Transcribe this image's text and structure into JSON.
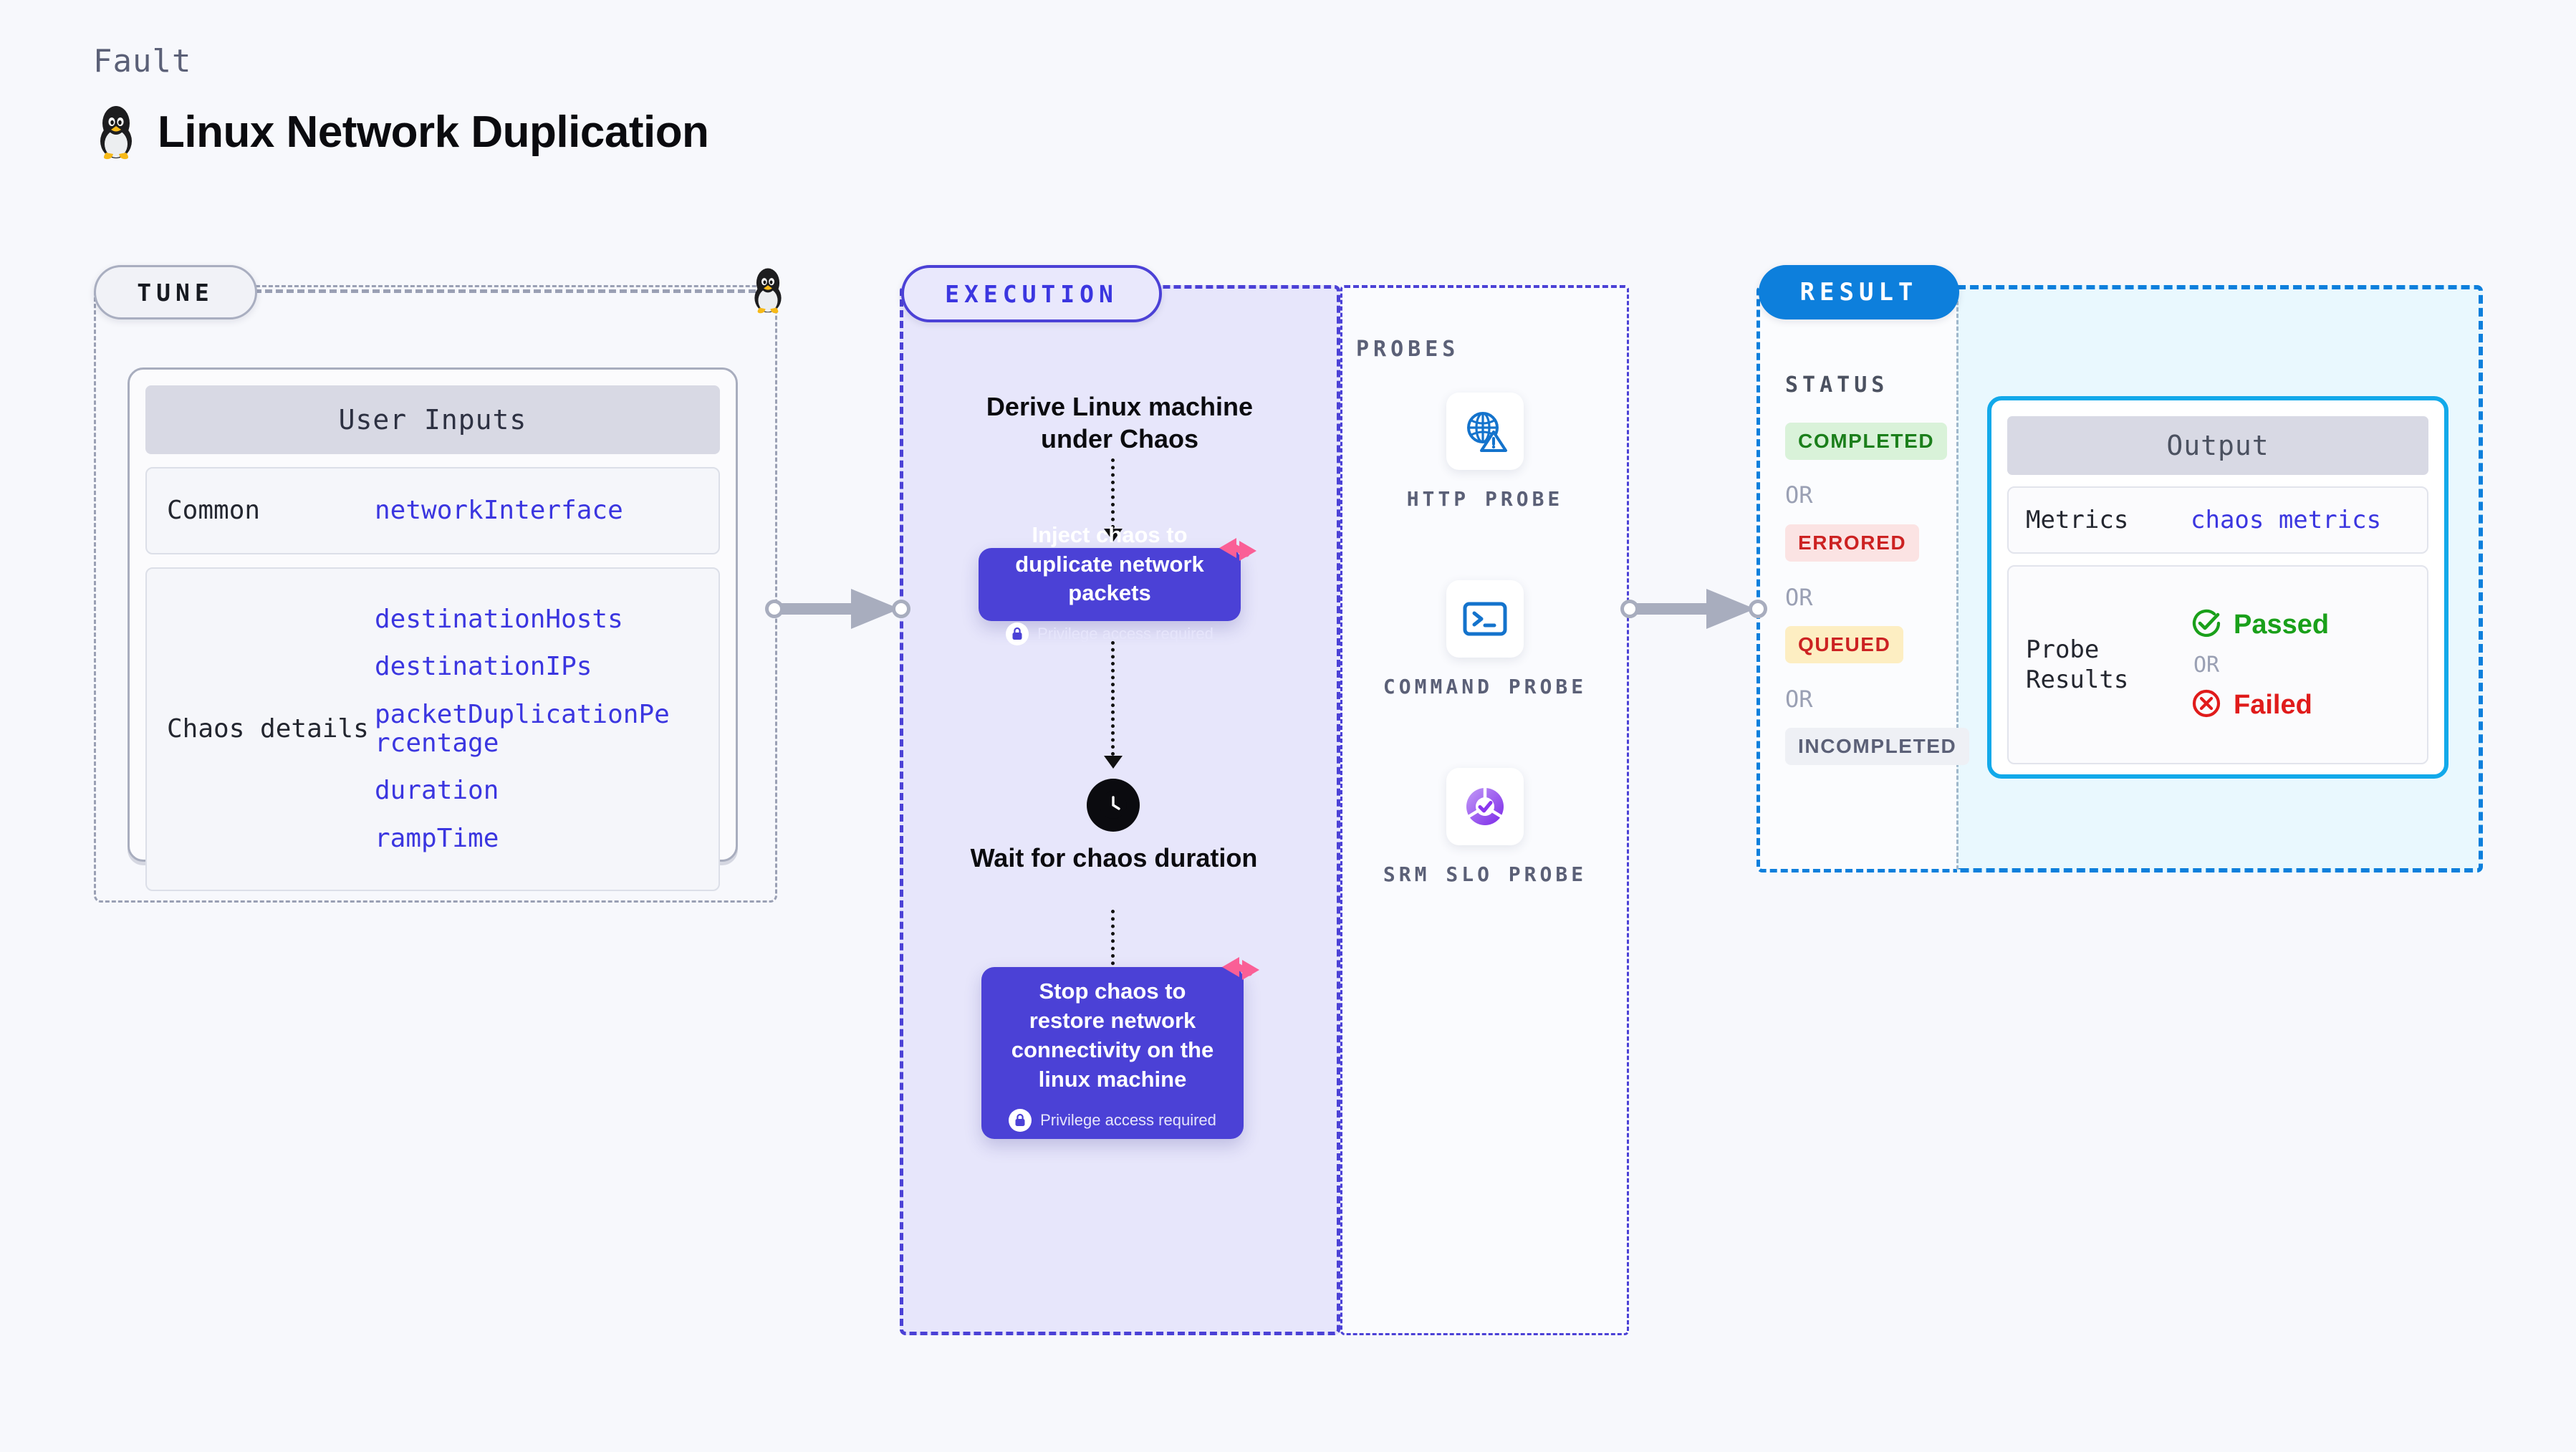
{
  "header": {
    "eyebrow": "Fault",
    "title": "Linux Network Duplication",
    "icon": "linux-tux-icon"
  },
  "tune": {
    "pill_label": "TUNE",
    "card_title": "User Inputs",
    "rows": [
      {
        "key": "Common",
        "values": [
          "networkInterface"
        ]
      },
      {
        "key": "Chaos details",
        "values": [
          "destinationHosts",
          "destinationIPs",
          "packetDuplicationPercentage",
          "duration",
          "rampTime"
        ]
      }
    ]
  },
  "execution": {
    "pill_label": "EXECUTION",
    "step1_title": "Derive Linux machine under Chaos",
    "step2_title": "Inject chaos to duplicate network packets",
    "step2_badge": "Privilege access required",
    "step3_title": "Wait for chaos duration",
    "step4_title": "Stop chaos to restore network connectivity on the linux machine",
    "step4_badge": "Privilege access required"
  },
  "probes": {
    "label": "PROBES",
    "items": [
      {
        "name": "HTTP PROBE",
        "icon": "globe-warning-icon"
      },
      {
        "name": "COMMAND PROBE",
        "icon": "terminal-icon"
      },
      {
        "name": "SRM SLO PROBE",
        "icon": "slo-check-icon"
      }
    ]
  },
  "result": {
    "pill_label": "RESULT",
    "status_label": "STATUS",
    "or_label": "OR",
    "statuses": [
      {
        "label": "COMPLETED",
        "color": "#1b7f1b",
        "bg": "#d9f2d9"
      },
      {
        "label": "ERRORED",
        "color": "#cc2222",
        "bg": "#fbe3e3"
      },
      {
        "label": "QUEUED",
        "color": "#cc2222",
        "bg": "#fdeec2"
      },
      {
        "label": "INCOMPLETED",
        "color": "#5b6077",
        "bg": "#eef0f5"
      }
    ],
    "output": {
      "title": "Output",
      "metrics_key": "Metrics",
      "metrics_value": "chaos metrics",
      "probe_key": "Probe Results",
      "passed_label": "Passed",
      "failed_label": "Failed",
      "or_label": "OR",
      "passed_color": "#1aa01a",
      "failed_color": "#e01b1b"
    }
  },
  "colors": {
    "page_bg": "#f7f8fc",
    "indigo": "#4b41d6",
    "litmus_pink": "#fa5f96",
    "result_blue": "#0d7fdc",
    "output_cyan": "#12a9ea"
  }
}
